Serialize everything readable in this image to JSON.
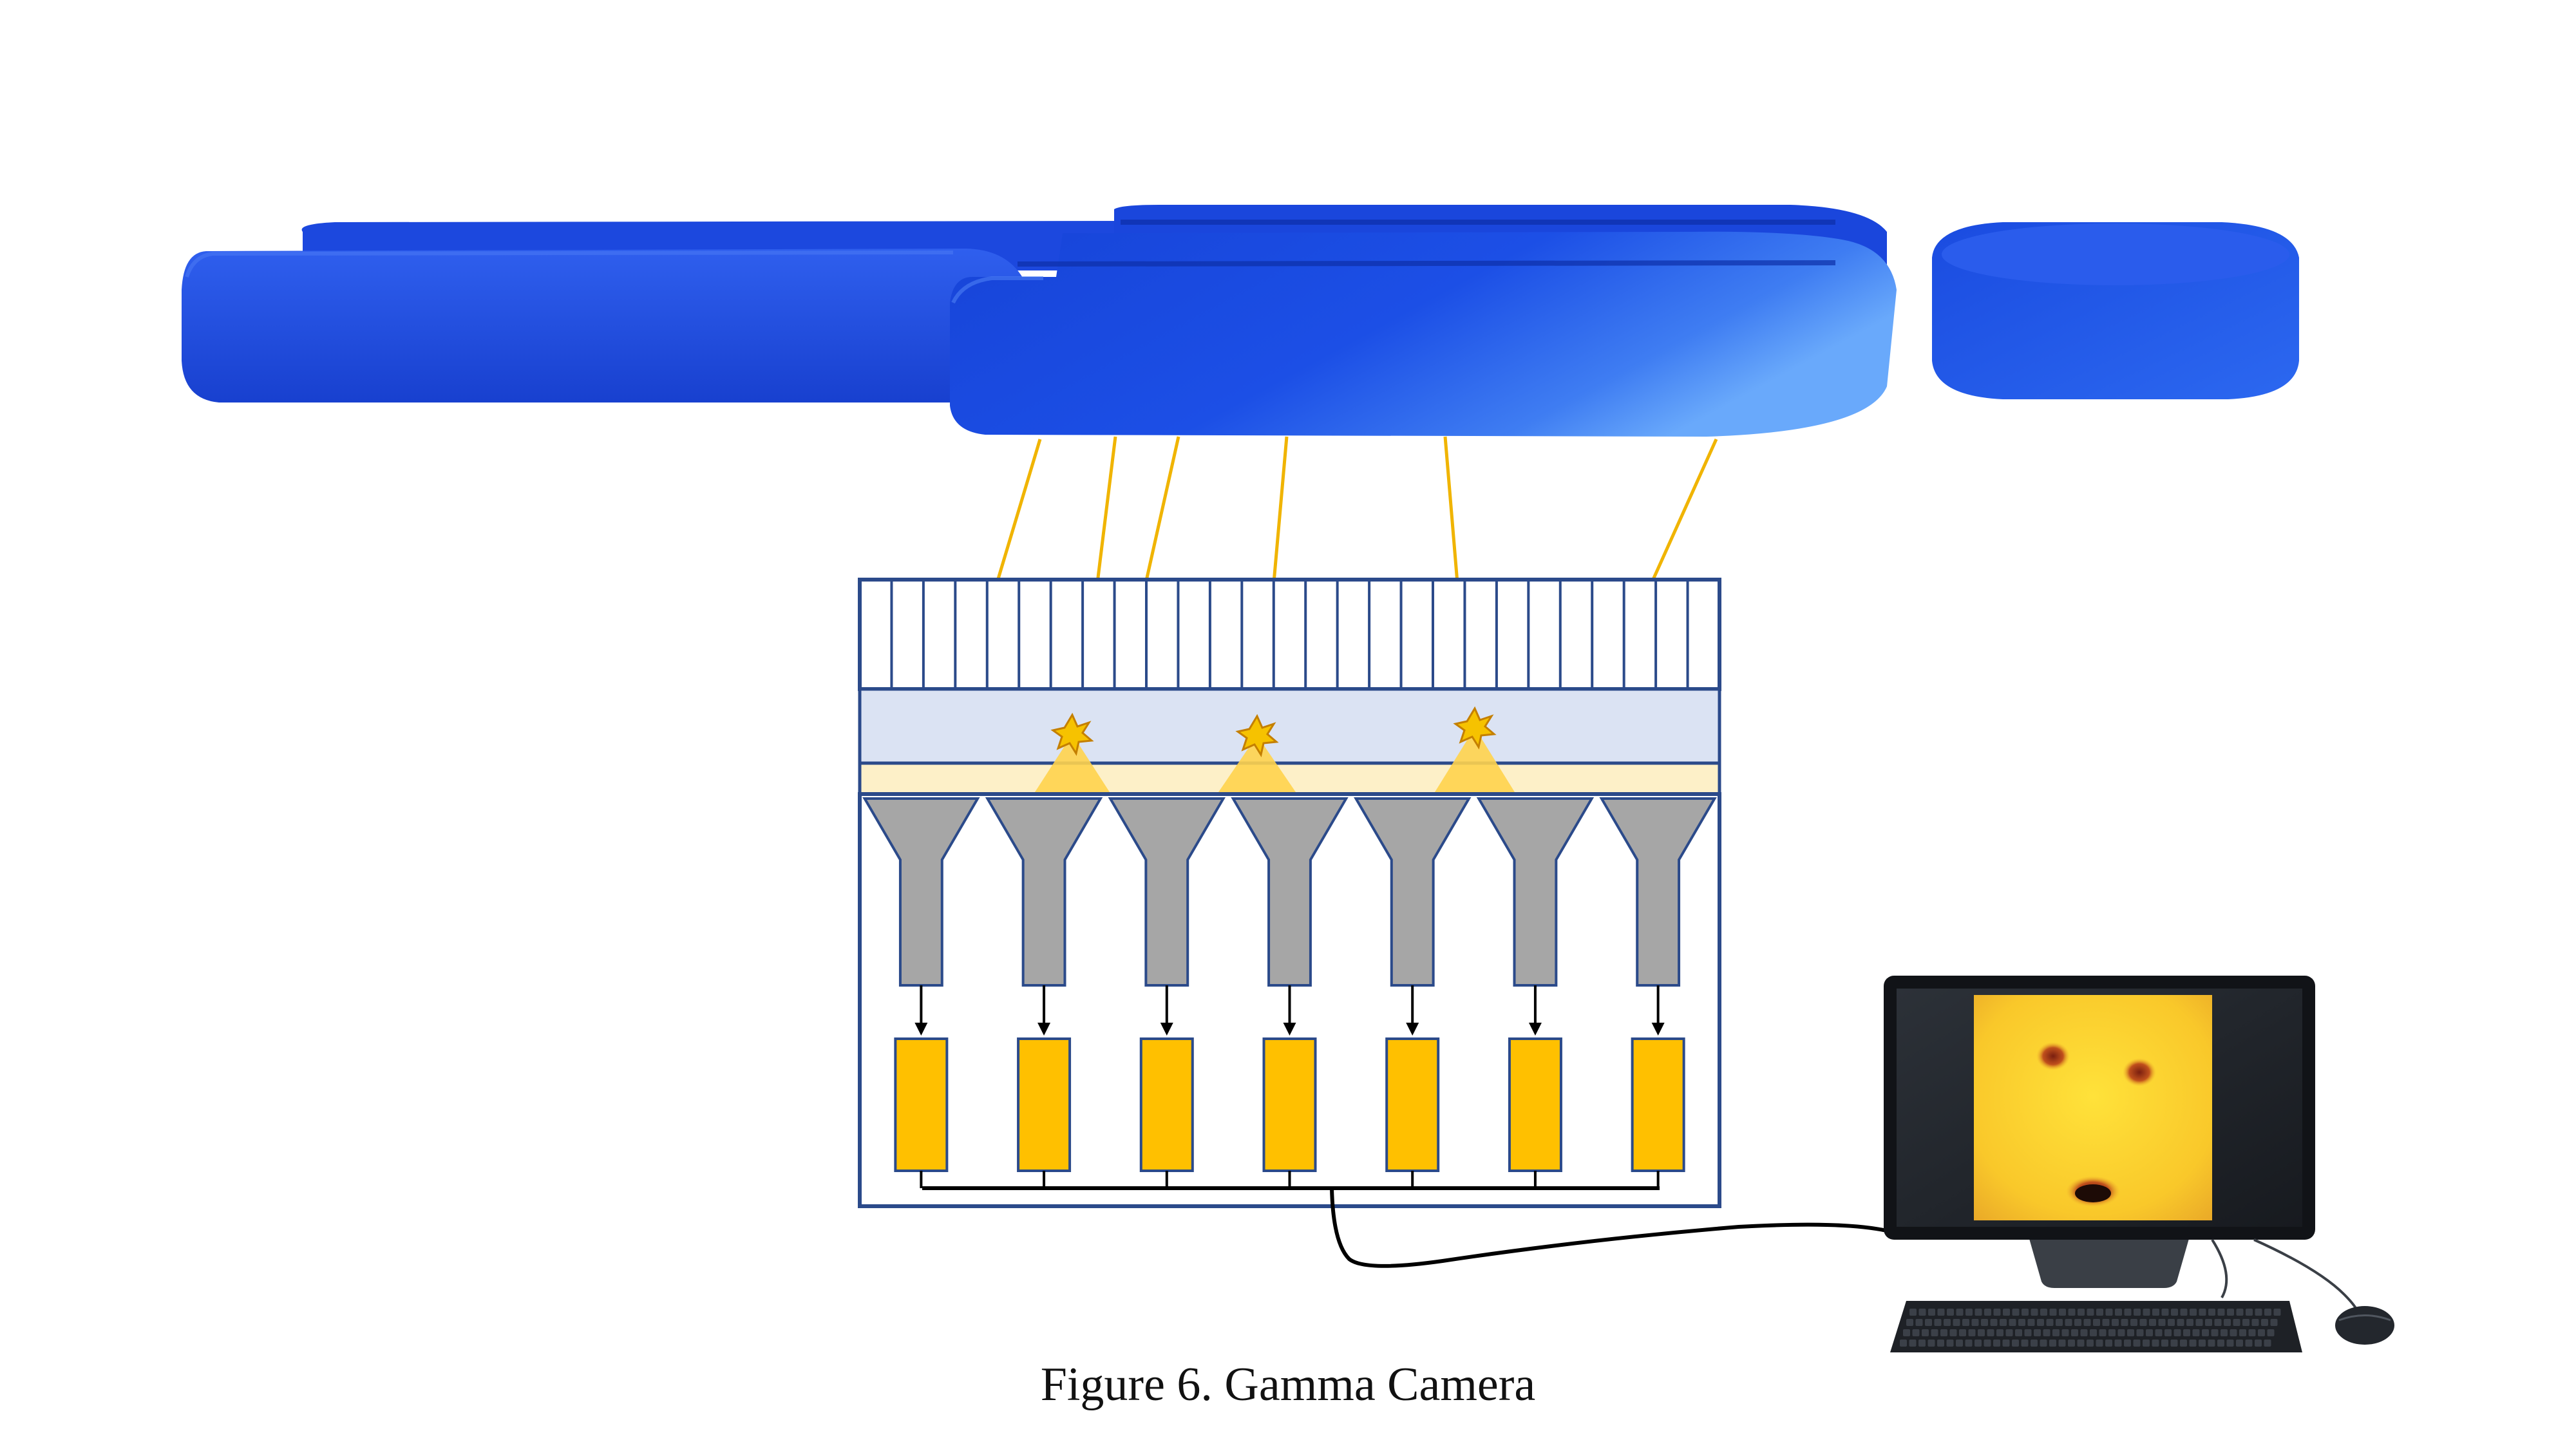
{
  "figure": {
    "caption": "Figure 6. Gamma Camera"
  },
  "colors": {
    "body_blue": "#1c4fe6",
    "ray": "#f0b400",
    "collimator_frame": "#2b4a8a",
    "crystal": "#dbe3f3",
    "light_guide": "#fdf0c8",
    "pmt": "#a6a6a6",
    "electronics": "#ffc000"
  },
  "diagram": {
    "collimator_septa": 26,
    "pmt_count": 7,
    "scintillation_events": 3,
    "gamma_rays": 6
  },
  "icons": [
    "patient-body",
    "collimator",
    "scintillation-crystal",
    "photomultiplier-tube",
    "monitor",
    "keyboard",
    "mouse"
  ]
}
